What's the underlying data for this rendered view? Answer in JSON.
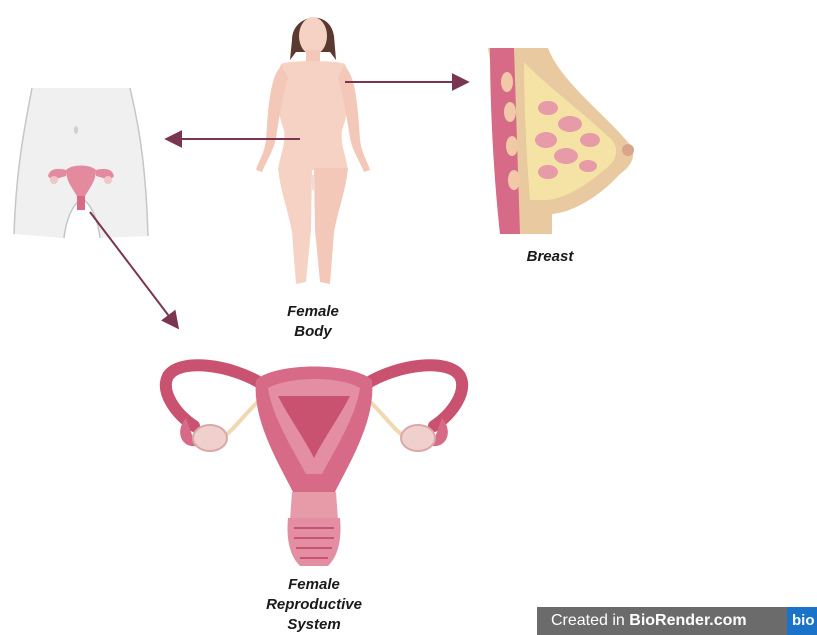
{
  "labels": {
    "female_body": [
      "Female",
      "Body"
    ],
    "breast": "Breast",
    "reproductive_system": [
      "Female",
      "Reproductive",
      "System"
    ]
  },
  "watermark": {
    "prefix": "Created in ",
    "brand": "BioRender.com",
    "logo_text": "bio"
  },
  "colors": {
    "arrow": "#7a3550",
    "skin": "#f6d2c4",
    "uterus": "#d76a86",
    "tissue_pink": "#e79aa8",
    "fat_yellow": "#f4e3a4",
    "badge_bg": "#6b6b6b",
    "badge_logo": "#1a73c9"
  }
}
